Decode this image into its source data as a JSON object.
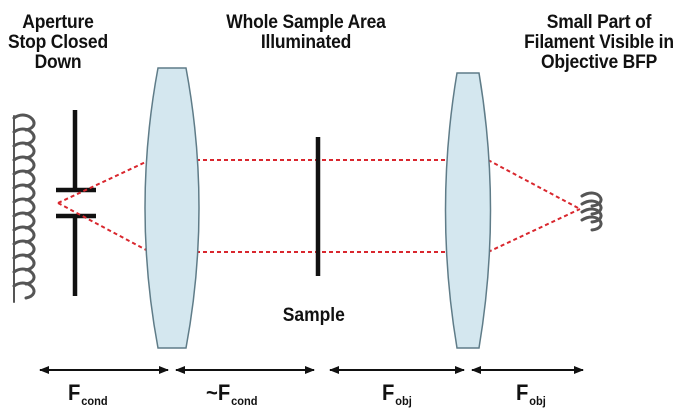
{
  "top_labels": {
    "left": [
      "Aperture",
      "Stop Closed",
      "Down"
    ],
    "center": [
      "Whole Sample Area",
      "Illuminated"
    ],
    "right": [
      "Small Part of",
      "Filament Visible in",
      "Objective BFP"
    ]
  },
  "sample_label": "Sample",
  "dimensions": [
    {
      "prefix": "F",
      "sub": "cond"
    },
    {
      "prefix": "~F",
      "sub": "cond"
    },
    {
      "prefix": "F",
      "sub": "obj"
    },
    {
      "prefix": "F",
      "sub": "obj"
    }
  ],
  "colors": {
    "lens_fill": "#d4e7ef",
    "lens_stroke": "#5f7c88",
    "ray": "#d9272e",
    "filament": "#555555",
    "ink": "#111111"
  }
}
